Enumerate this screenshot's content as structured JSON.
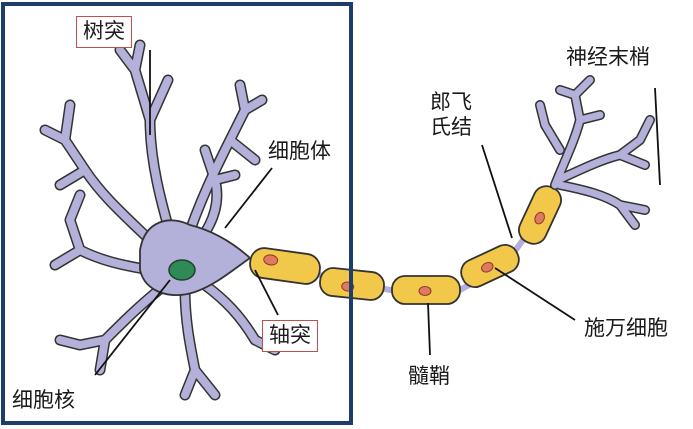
{
  "labels": {
    "dendrite": "树突",
    "cell_body": "细胞体",
    "axon": "轴突",
    "nucleus": "细胞核",
    "ranvier_node_line1": "郎飞",
    "ranvier_node_line2": "氏结",
    "nerve_ending": "神经末梢",
    "schwann_cell": "施万细胞",
    "myelin_sheath": "髓鞘"
  },
  "colors": {
    "frame": "#1f3d6b",
    "highlight_box": "#c0504d",
    "cell": "#b3b0d9",
    "cell_outline": "#333333",
    "nucleus": "#2e8b57",
    "myelin": "#f2c84b",
    "schwann_nucleus": "#e07a5f"
  }
}
